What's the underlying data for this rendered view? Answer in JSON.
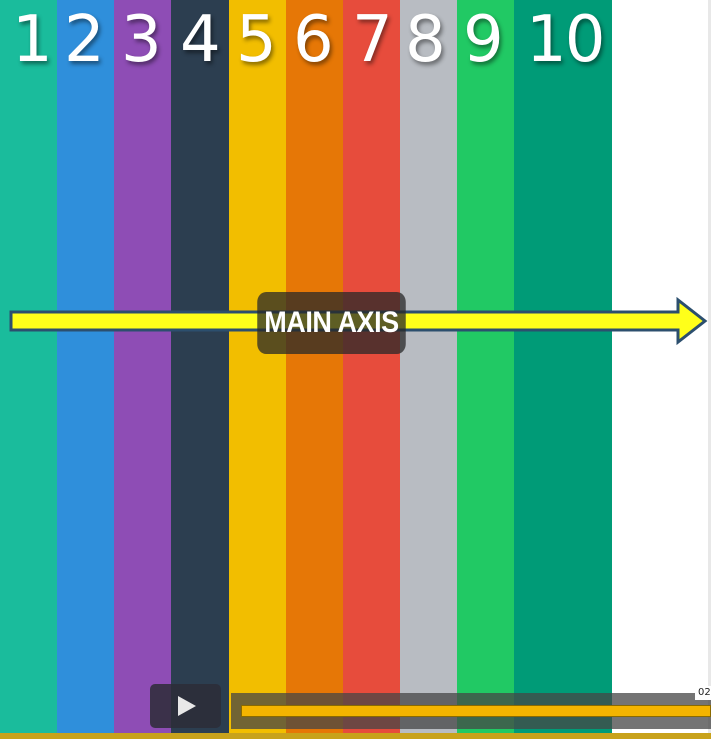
{
  "columns": [
    {
      "label": "1",
      "color": "#1abc9c"
    },
    {
      "label": "2",
      "color": "#2f8fdb"
    },
    {
      "label": "3",
      "color": "#8e4db5"
    },
    {
      "label": "4",
      "color": "#2c3e50"
    },
    {
      "label": "5",
      "color": "#f2be00"
    },
    {
      "label": "6",
      "color": "#e67706"
    },
    {
      "label": "7",
      "color": "#e74c3c"
    },
    {
      "label": "8",
      "color": "#b8bcc2"
    },
    {
      "label": "9",
      "color": "#21c964"
    },
    {
      "label": "10",
      "color": "#009b77"
    }
  ],
  "axis": {
    "label": "MAIN AXIS",
    "arrow_fill": "#ffff1a",
    "arrow_stroke": "#2c4f6e"
  },
  "player": {
    "play_icon": "play-icon",
    "progress_color": "#f4b400",
    "time_partial": "02"
  }
}
